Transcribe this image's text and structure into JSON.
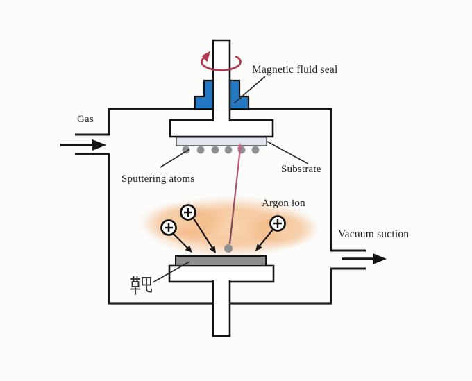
{
  "diagram": {
    "type": "sputtering-chamber-schematic",
    "labels": {
      "gas": "Gas",
      "magnetic_fluid_seal": "Magnetic fluid seal",
      "sputtering_atoms": "Sputtering atoms",
      "substrate": "Substrate",
      "argon_ion": "Argon ion",
      "vacuum_suction": "Vacuum suction",
      "target_cn": "靶"
    },
    "symbols": {
      "argon_ion_charge": "+"
    },
    "colors": {
      "seal_blue": "#2478c2",
      "target_gray": "#8c8c8c",
      "substrate_fill": "#e0e6ec",
      "atom_gray": "#8f9195",
      "plasma_light": "#f8d0a4",
      "plasma_orange": "#f1a868",
      "rotation_red": "#b03a50",
      "trajectory_top": "#cf5e84",
      "trajectory_bottom": "#6b4550",
      "outline_black": "#1a1a1a"
    }
  }
}
